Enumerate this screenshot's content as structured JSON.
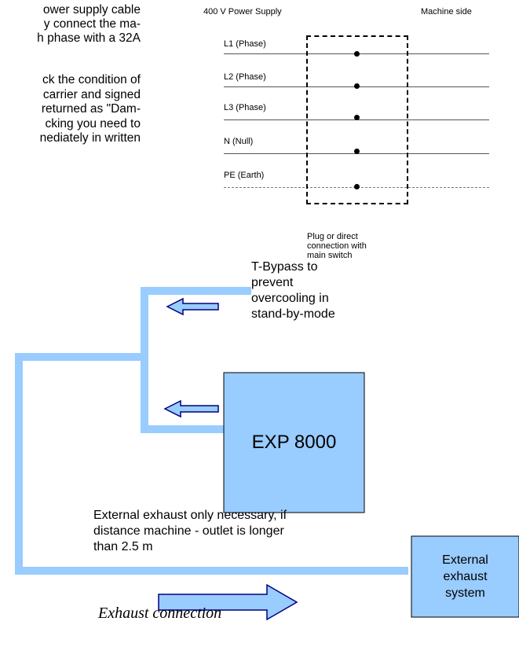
{
  "text_fragments": [
    "ower supply cable",
    "y connect the ma-",
    "h phase with a 32A",
    "ck the condition of",
    "carrier and signed",
    "returned as \"Dam-",
    "cking you need to",
    "nediately in written"
  ],
  "wiring": {
    "left_heading": "400 V Power Supply",
    "right_heading": "Machine side",
    "lines": [
      {
        "label": "L1 (Phase)"
      },
      {
        "label": "L2 (Phase)"
      },
      {
        "label": "L3 (Phase)"
      },
      {
        "label": "N (Null)"
      },
      {
        "label": "PE (Earth)"
      }
    ],
    "plug_note": "Plug or direct connection with main switch"
  },
  "exhaust": {
    "bypass_note": [
      "T-Bypass to",
      "prevent",
      "overcooling in",
      "stand-by-mode"
    ],
    "machine_label": "EXP 8000",
    "external_note": [
      "External exhaust only necessary, if",
      "distance machine - outlet is longer",
      "than 2.5 m"
    ],
    "external_box_label": [
      "External",
      "exhaust",
      "system"
    ],
    "colors": {
      "duct": "#99ccff",
      "box_fill": "#99ccff",
      "box_stroke": "#000000"
    }
  },
  "caption": "Exhaust connection"
}
